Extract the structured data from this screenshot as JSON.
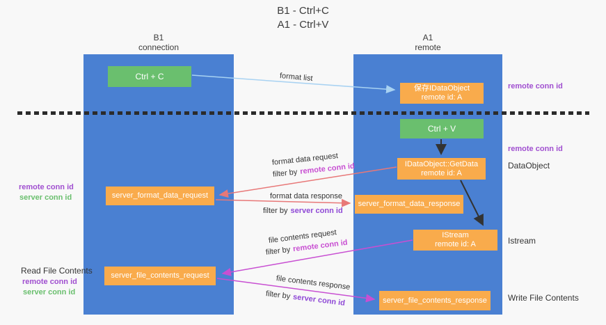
{
  "colors": {
    "bg": "#f8f8f8",
    "lane-blue": "#4a80d2",
    "box-green": "#6abf6e",
    "box-orange": "#f9ab4c",
    "purple": "#a04fd0",
    "green-text": "#6abf6e",
    "magenta": "#c84fd2",
    "violet": "#8f49d6",
    "salmon": "#e87878",
    "light-blue": "#a8d2f2",
    "dark": "#333333"
  },
  "title": {
    "line1": "B1 - Ctrl+C",
    "line2": "A1 - Ctrl+V"
  },
  "lanes": {
    "left": {
      "name": "B1",
      "type": "connection"
    },
    "right": {
      "name": "A1",
      "type": "remote"
    }
  },
  "nodes": {
    "ctrl_c": {
      "label": "Ctrl + C"
    },
    "save_idataobject": {
      "line1": "保存IDataObject",
      "line2": "remote id: A"
    },
    "ctrl_v": {
      "label": "Ctrl + V"
    },
    "getdata": {
      "line1": "IDataObject::GetData",
      "line2": "remote id: A"
    },
    "format_request": {
      "label": "server_format_data_request"
    },
    "format_response": {
      "label": "server_format_data_response"
    },
    "istream": {
      "line1": "IStream",
      "line2": "remote id: A"
    },
    "file_request": {
      "label": "server_file_contents_request"
    },
    "file_response": {
      "label": "server_file_contents_response"
    }
  },
  "flow_labels": {
    "format_list": "format list",
    "format_data_request": "format data request",
    "format_data_response": "format data response",
    "file_contents_request": "file contents request",
    "file_contents_response": "file contents response",
    "filter_by": "filter by",
    "remote_conn_id": "remote conn id",
    "server_conn_id": "server conn id"
  },
  "annotations": {
    "right": {
      "remote_conn_id_top": "remote conn id",
      "remote_conn_id_mid": "remote conn id",
      "dataobject": "DataObject",
      "istream": "Istream",
      "write_file_contents": "Write File Contents"
    },
    "left": {
      "remote_conn_id_1": "remote conn id",
      "server_conn_id_1": "server conn id",
      "read_file_contents": "Read File Contents",
      "remote_conn_id_2": "remote conn id",
      "server_conn_id_2": "server conn id"
    }
  }
}
